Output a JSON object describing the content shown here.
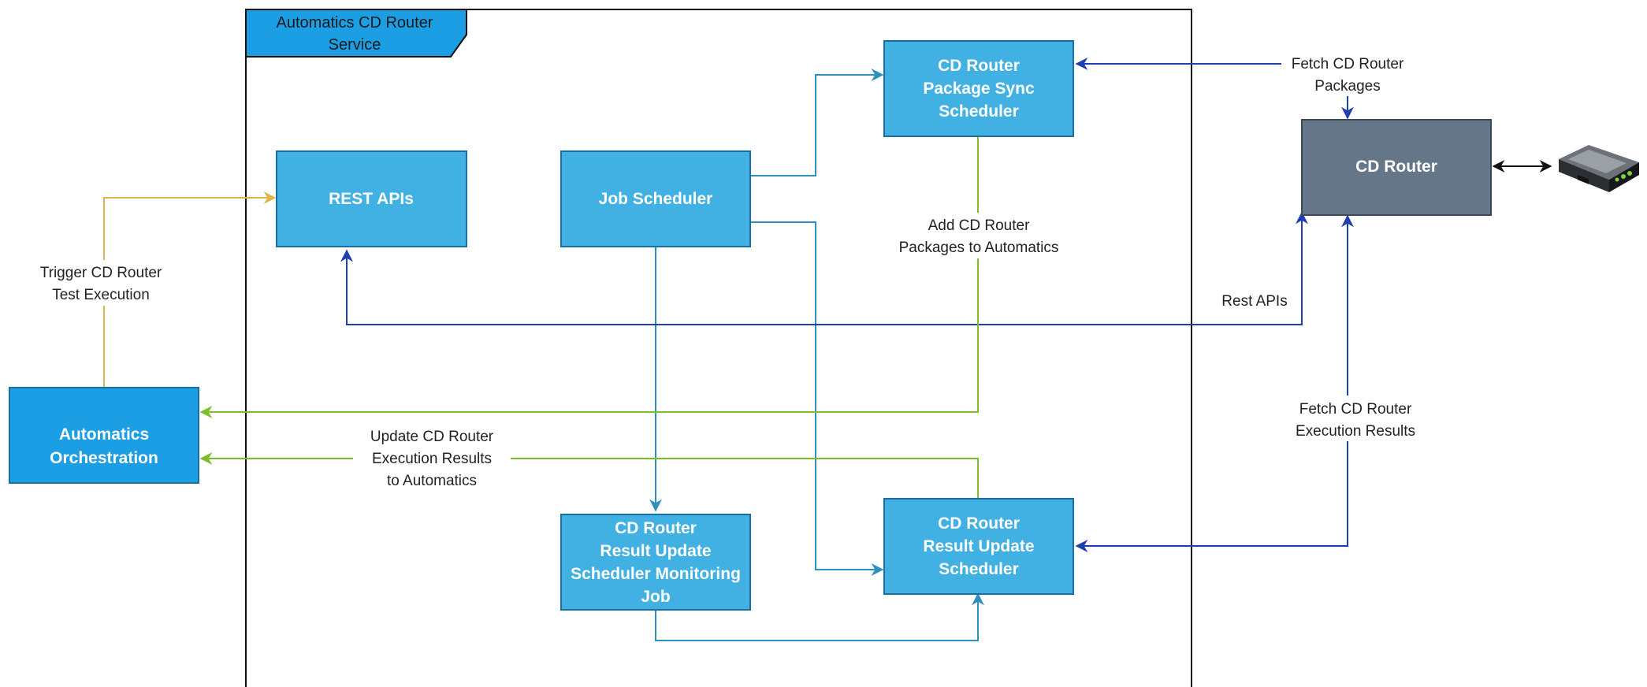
{
  "container": {
    "title_lines": [
      "Automatics CD Router",
      "Service"
    ]
  },
  "nodes": {
    "rest_apis": {
      "lines": [
        "REST APIs"
      ],
      "fill": "#41b0e3"
    },
    "job_scheduler": {
      "lines": [
        "Job Scheduler"
      ],
      "fill": "#41b0e3"
    },
    "package_sync": {
      "lines": [
        "CD Router",
        "Package Sync",
        "Scheduler"
      ],
      "fill": "#41b0e3"
    },
    "monitoring_job": {
      "lines": [
        "CD Router",
        "Result Update",
        "Scheduler Monitoring",
        "Job"
      ],
      "fill": "#41b0e3"
    },
    "result_update": {
      "lines": [
        "CD Router",
        "Result Update",
        "Scheduler"
      ],
      "fill": "#41b0e3"
    },
    "orchestration": {
      "lines": [
        "Automatics",
        "Orchestration"
      ],
      "fill": "#1b9ee3"
    },
    "cd_router": {
      "lines": [
        "CD Router"
      ],
      "fill": "#647687"
    }
  },
  "edge_labels": {
    "trigger": [
      "Trigger CD Router",
      "Test Execution"
    ],
    "fetch_packages": [
      "Fetch CD Router",
      "Packages"
    ],
    "add_packages": [
      "Add CD Router",
      "Packages to Automatics"
    ],
    "rest_apis": [
      "Rest APIs"
    ],
    "fetch_results": [
      "Fetch CD Router",
      "Execution Results"
    ],
    "update_results": [
      "Update CD Router",
      "Execution Results",
      "to Automatics"
    ]
  },
  "colors": {
    "teal_edge": "#2f8fbe",
    "blue_edge": "#1f3fae",
    "green_edge": "#7cbf2a",
    "gold_edge": "#e0b44a",
    "box_border": "#1a6fa1",
    "tab_fill": "#1b9ee3"
  },
  "icons": {
    "router_device": "router-device-icon"
  }
}
